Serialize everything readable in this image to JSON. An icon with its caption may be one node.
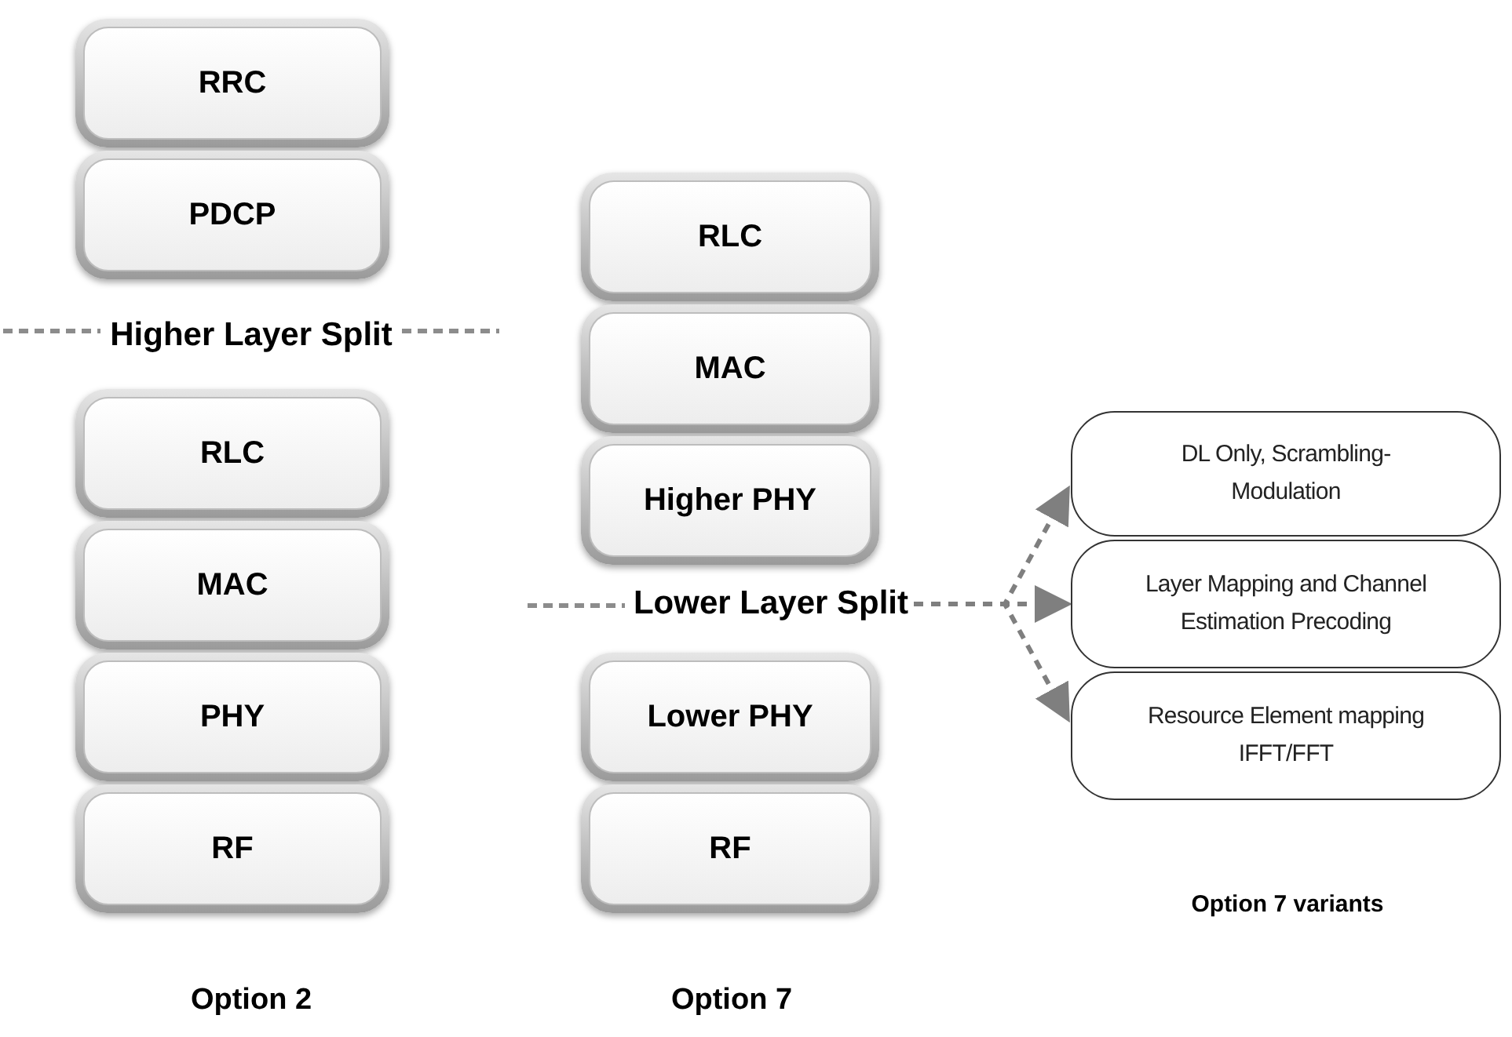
{
  "diagram": {
    "nodes": [
      {
        "text": [
          "RRC"
        ]
      },
      {
        "text": [
          "PDCP"
        ]
      },
      {
        "text": [
          "RLC"
        ]
      },
      {
        "text": [
          "MAC"
        ]
      },
      {
        "text": [
          "PHY"
        ]
      },
      {
        "text": [
          "RF"
        ]
      },
      {
        "text": [
          "RLC"
        ]
      },
      {
        "text": [
          "MAC"
        ]
      },
      {
        "text": [
          "Higher PHY"
        ]
      },
      {
        "text": [
          "Lower PHY"
        ]
      },
      {
        "text": [
          "RF"
        ]
      },
      {
        "text": [
          "Lower Layer Split"
        ]
      },
      {
        "text": [
          "DL Only, Scrambling-Modulation"
        ]
      },
      {
        "text": [
          "Layer Mapping and Channel Estimation Precoding"
        ]
      },
      {
        "text": [
          "Resource Element mapping IFFT/FFT"
        ]
      }
    ],
    "edges": [
      {
        "from": 11,
        "to": 12,
        "arrow": "to",
        "style": "dashed",
        "color": "#7f7f7f"
      },
      {
        "from": 11,
        "to": 13,
        "arrow": "to",
        "style": "dashed",
        "color": "#7f7f7f"
      },
      {
        "from": 11,
        "to": 14,
        "arrow": "to",
        "style": "dashed",
        "color": "#7f7f7f"
      }
    ],
    "labels": [
      "Higher Layer Split",
      "Option 7 variants",
      "Option 2",
      "Option 7"
    ]
  }
}
